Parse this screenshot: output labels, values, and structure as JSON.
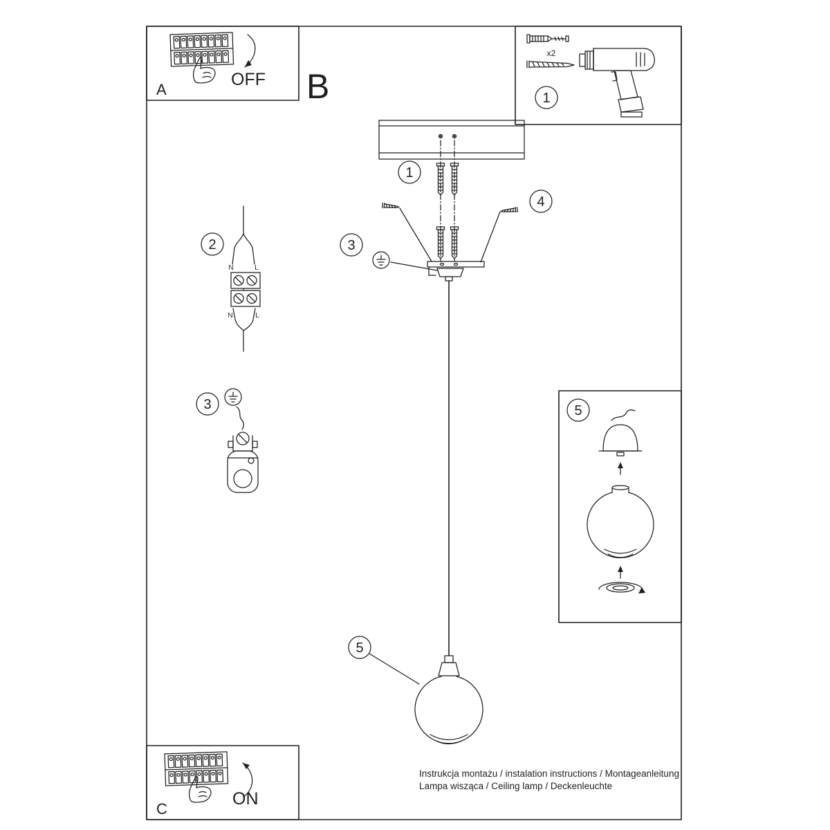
{
  "panel_a": {
    "label": "A",
    "state": "OFF"
  },
  "panel_c": {
    "label": "C",
    "state": "ON"
  },
  "section": {
    "label": "B"
  },
  "tools_box": {
    "step": "1",
    "qty": "x2"
  },
  "shade_box": {
    "step": "5"
  },
  "steps": {
    "plugs": "1",
    "wiring": "2",
    "ground": "3",
    "screws": "4",
    "shade": "5"
  },
  "wiring_labels": {
    "n_top": "N",
    "l_top": "L",
    "n_bottom": "N",
    "l_bottom": "L"
  },
  "footer": {
    "line1": "Instrukcja montażu / instalation instructions / Montageanleitung",
    "line2": "Lampa wisząca / Ceiling lamp / Deckenleuchte"
  }
}
